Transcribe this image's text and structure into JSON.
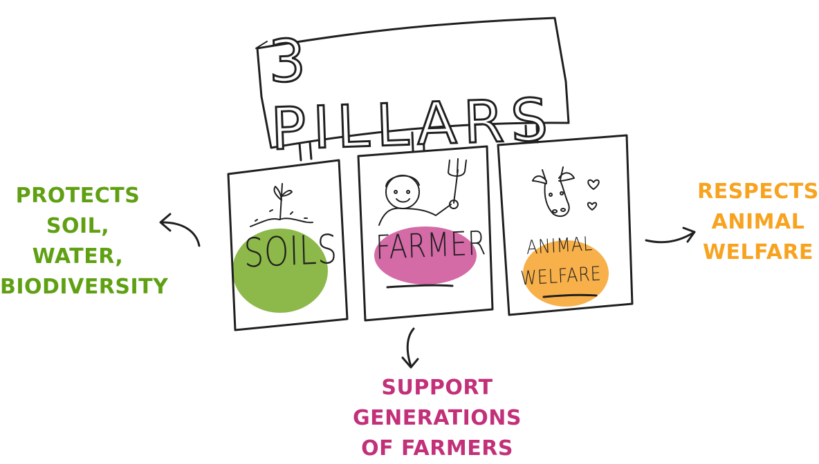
{
  "sign": {
    "title": "3 PILLARS"
  },
  "pillars": [
    {
      "label": "SOILS",
      "icon": "sprout-icon",
      "highlight": "#8db84a"
    },
    {
      "label": "FARMER",
      "icon": "farmer-with-pitchfork-icon",
      "highlight": "#d46aa6"
    },
    {
      "label_line1": "ANIMAL",
      "label_line2": "WELFARE",
      "icon": "cow-with-hearts-icon",
      "highlight": "#f7b04a"
    }
  ],
  "callouts": {
    "left": {
      "lines": [
        "PROTECTS",
        "SOIL, WATER,",
        "BIODIVERSITY"
      ],
      "color": "#5fa013"
    },
    "right": {
      "lines": [
        "RESPECTS",
        "ANIMAL",
        "WELFARE"
      ],
      "color": "#f7a320"
    },
    "bottom": {
      "lines": [
        "SUPPORT GENERATIONS",
        "OF FARMERS"
      ],
      "color": "#c2307a"
    }
  }
}
